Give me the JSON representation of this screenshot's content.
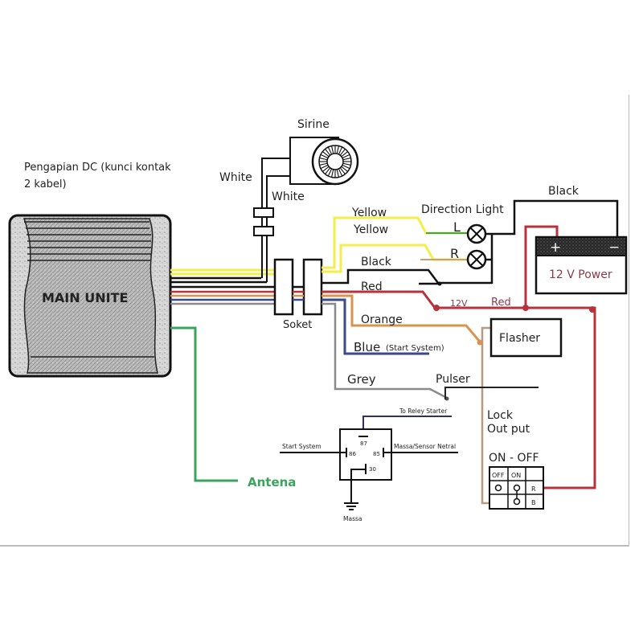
{
  "title_note": {
    "line1": "Pengapian DC (kunci kontak",
    "line2": "2 kabel)"
  },
  "main_unit": {
    "label": "MAIN UNITE"
  },
  "siren": {
    "label": "Sirine",
    "wire1": "White",
    "wire2": "White"
  },
  "socket": {
    "label": "Soket"
  },
  "wires": {
    "yellow1": "Yellow",
    "yellow2": "Yellow",
    "black": "Black",
    "red": "Red",
    "orange": "Orange",
    "blue": "Blue",
    "blue_note": "(Start System)",
    "grey": "Grey",
    "antenna": "Antena",
    "red_12v": "12V",
    "red2": "Red",
    "black_top": "Black"
  },
  "direction_light": {
    "label": "Direction Light",
    "left": "L",
    "right": "R"
  },
  "battery": {
    "label": "12 V Power",
    "plus": "+",
    "minus": "−"
  },
  "flasher": {
    "label": "Flasher"
  },
  "pulser": {
    "label": "Pulser"
  },
  "lock_output": {
    "line1": "Lock",
    "line2": "Out put"
  },
  "switch": {
    "title": "ON - OFF",
    "col_off": "OFF",
    "col_on": "ON",
    "row_r": "R",
    "row_b": "B"
  },
  "relay": {
    "to_starter": "To Reley Starter",
    "start_system": "Start System",
    "massa_sensor": "Massa/Sensor Netral",
    "pin87": "87",
    "pin86": "86",
    "pin85": "85",
    "pin30": "30",
    "ground": "Massa"
  },
  "colors": {
    "yellow": "#f2ee4a",
    "black": "#111111",
    "red": "#b8323c",
    "orange": "#d9934f",
    "blue": "#3a4a8c",
    "grey": "#8a8a8a",
    "green": "#3aa35e",
    "tan": "#b89a80",
    "battery_text": "#8a3a48"
  }
}
